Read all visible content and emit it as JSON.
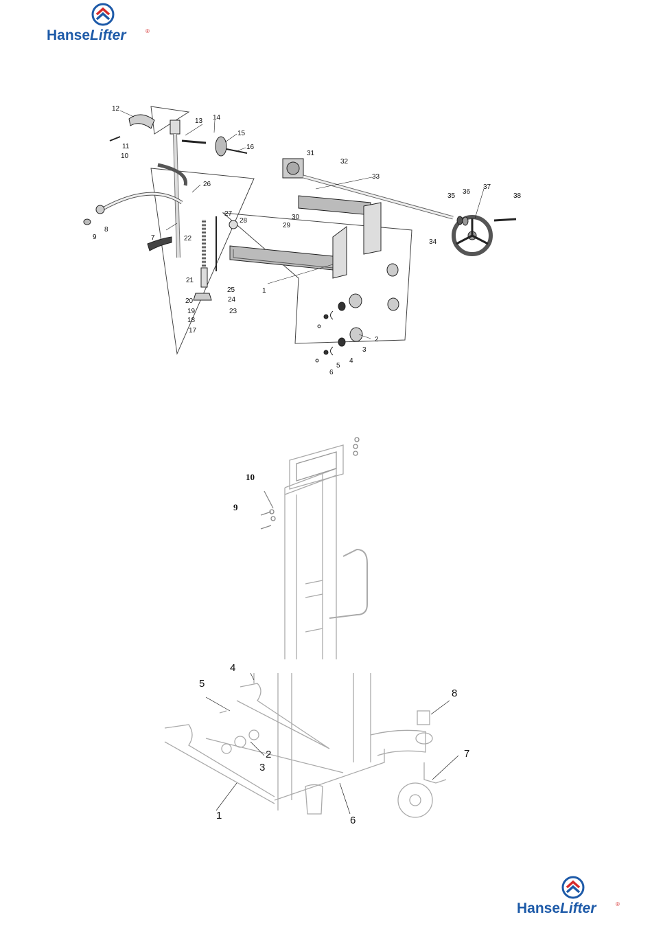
{
  "brand": {
    "name_part1": "Hanse",
    "name_part2": "Lifter",
    "registered": "®",
    "colors": {
      "blue": "#1d5aa8",
      "red": "#d52b2b"
    }
  },
  "diagram_1": {
    "callouts": [
      {
        "id": "12",
        "label": "12"
      },
      {
        "id": "13",
        "label": "13"
      },
      {
        "id": "14",
        "label": "14"
      },
      {
        "id": "15",
        "label": "15"
      },
      {
        "id": "16",
        "label": "16"
      },
      {
        "id": "11",
        "label": "11"
      },
      {
        "id": "10",
        "label": "10"
      },
      {
        "id": "26",
        "label": "26"
      },
      {
        "id": "8",
        "label": "8"
      },
      {
        "id": "9",
        "label": "9"
      },
      {
        "id": "7",
        "label": "7"
      },
      {
        "id": "22",
        "label": "22"
      },
      {
        "id": "27",
        "label": "27"
      },
      {
        "id": "28",
        "label": "28"
      },
      {
        "id": "21",
        "label": "21"
      },
      {
        "id": "25",
        "label": "25"
      },
      {
        "id": "20",
        "label": "20"
      },
      {
        "id": "24",
        "label": "24"
      },
      {
        "id": "19",
        "label": "19"
      },
      {
        "id": "23",
        "label": "23"
      },
      {
        "id": "18",
        "label": "18"
      },
      {
        "id": "17",
        "label": "17"
      },
      {
        "id": "31",
        "label": "31"
      },
      {
        "id": "32",
        "label": "32"
      },
      {
        "id": "33",
        "label": "33"
      },
      {
        "id": "30",
        "label": "30"
      },
      {
        "id": "29",
        "label": "29"
      },
      {
        "id": "1",
        "label": "1"
      },
      {
        "id": "35",
        "label": "35"
      },
      {
        "id": "36",
        "label": "36"
      },
      {
        "id": "37",
        "label": "37"
      },
      {
        "id": "38",
        "label": "38"
      },
      {
        "id": "34",
        "label": "34"
      },
      {
        "id": "2",
        "label": "2"
      },
      {
        "id": "3",
        "label": "3"
      },
      {
        "id": "4",
        "label": "4"
      },
      {
        "id": "5",
        "label": "5"
      },
      {
        "id": "6",
        "label": "6"
      }
    ]
  },
  "diagram_2": {
    "callouts": [
      {
        "id": "10",
        "label": "10"
      },
      {
        "id": "9",
        "label": "9"
      },
      {
        "id": "4",
        "label": "4"
      },
      {
        "id": "5",
        "label": "5"
      },
      {
        "id": "8",
        "label": "8"
      },
      {
        "id": "2",
        "label": "2"
      },
      {
        "id": "3",
        "label": "3"
      },
      {
        "id": "7",
        "label": "7"
      },
      {
        "id": "1",
        "label": "1"
      },
      {
        "id": "6",
        "label": "6"
      }
    ]
  }
}
